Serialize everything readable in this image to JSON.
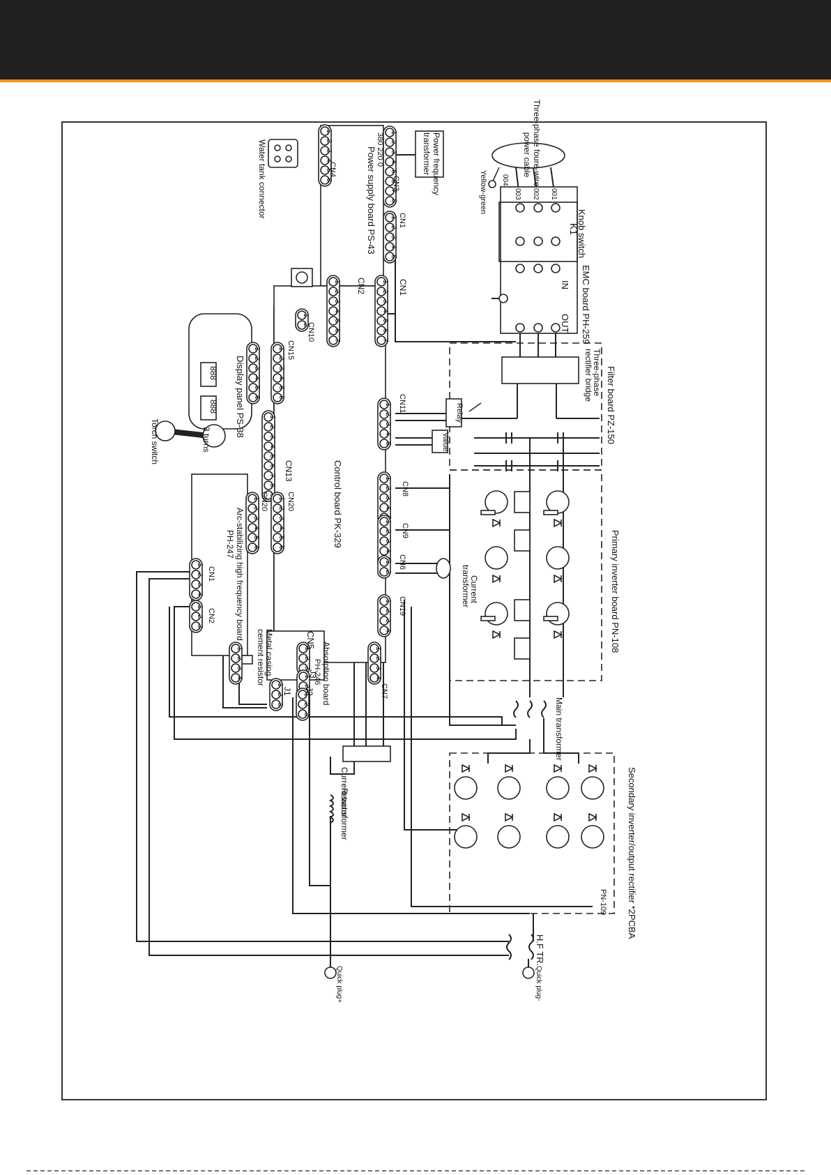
{
  "colors": {
    "header": "#221f1f",
    "accent": "#f7941d",
    "ink": "#222222"
  },
  "icons": [
    "fan-icon",
    "ground-icon",
    "relay-icon",
    "diode-icon",
    "igbt-icon"
  ],
  "labels": {
    "power_cable": "Three-phase foure-wire",
    "power_cable_2": "power cable",
    "yellow_green": "Yellow-green",
    "w001": "001",
    "w002": "002",
    "w003": "003",
    "w004": "004",
    "knob_switch": "Knob switch",
    "k1": "K1",
    "emc_board": "EMC board   PH-259",
    "emc_in": "IN",
    "emc_out": "OUT",
    "filter_board": "Filter board    PZ-150",
    "bridge_1": "Three-phase",
    "bridge_2": "rectifier bridge",
    "relay": "Relay",
    "valve": "Value",
    "primary_inverter": "Primary inverter board        PN-108",
    "current_transformer_1": "Current",
    "current_transformer_2": "transformer",
    "main_transformer": "Main transformer",
    "secondary_inverter": "Secondary inverter/output rectifier *2PCBA",
    "pn109": "PN-109",
    "hf_tr": "H.F TR.",
    "quick_plug_neg": "Quick plug-",
    "quick_plug_pos": "Quick plug+",
    "reactor": "Reactor",
    "current_transformer_bottom": "Current  transformer",
    "power_freq_1": "Power frequency",
    "power_freq_2": "transformer",
    "power_supply_board": "Power supply board    PS-43",
    "voltage_taps": "380   220    0",
    "water_tank": "Water tank connector",
    "display_panel": "Display panel   PS-38",
    "seven_seg": "888",
    "torch_switch": "Torch switch",
    "three_turns": "3 turns",
    "control_board": "Control board    PK-329",
    "arc_board_1": "Arc-stabilizing high frequency board",
    "arc_board_2": "PH-247",
    "metal_casing_1": "Metal casing",
    "metal_casing_2": "cement resistor",
    "absorption_1": "Absorption board",
    "absorption_2": "PH-246",
    "cn1": "CN1",
    "cn2": "CN2",
    "cn3": "CN3",
    "cn4": "CN4",
    "cn5": "CN5",
    "cn6": "CN6",
    "cn7": "CN7",
    "cn8": "CN8",
    "cn9": "CN9",
    "cn10": "CN10",
    "cn11": "CN11",
    "cn13": "CN13",
    "cn15": "CN15",
    "cn19": "CN19",
    "cn20": "CN20",
    "j1": "J1",
    "j2": "J2",
    "j3": "J3"
  }
}
